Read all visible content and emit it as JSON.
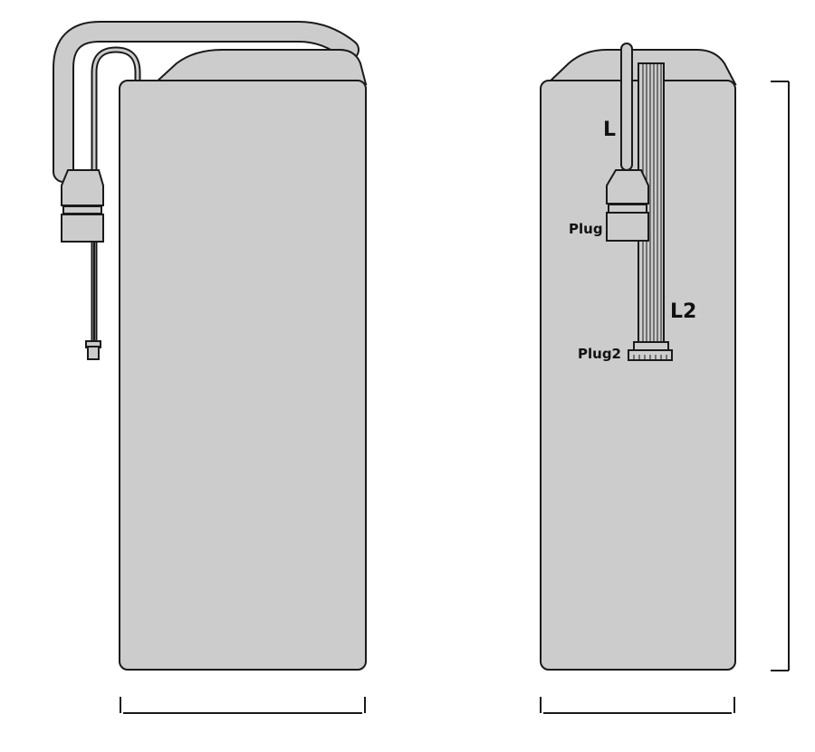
{
  "labels": {
    "cable_main": "L",
    "plug_main": "Plug",
    "cable_secondary": "L2",
    "plug_secondary": "Plug2"
  },
  "colors": {
    "body_fill": "#cccccc",
    "outline": "#1a1a1a",
    "background": "#ffffff"
  }
}
